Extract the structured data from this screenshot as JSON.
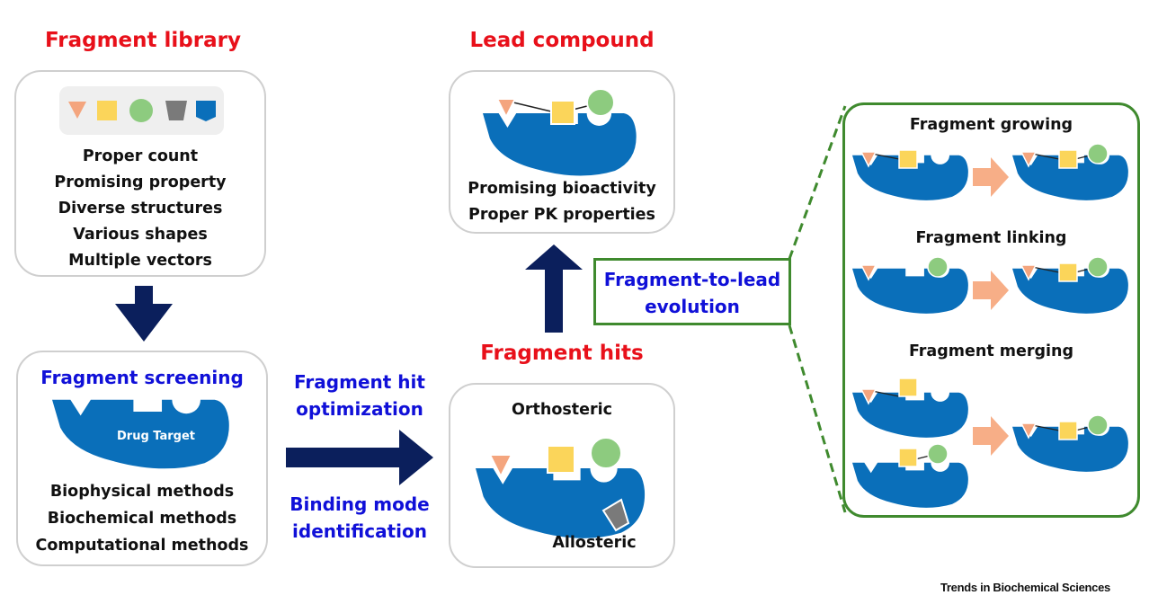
{
  "colors": {
    "title_red": "#e8101a",
    "label_blue": "#1010d8",
    "arrow_navy": "#0b1f5c",
    "target_blue": "#0a6fba",
    "evolution_green": "#3f8a2e",
    "fragment_triangle": "#f4a57e",
    "fragment_square": "#fbd55a",
    "fragment_circle": "#8dcb7f",
    "fragment_trapezoid": "#7a7a7a",
    "fragment_pentagon": "#0a6fba",
    "transform_arrow": "#f7ae87"
  },
  "fragment_library": {
    "title": "Fragment library",
    "shape_icons": [
      "triangle",
      "square",
      "circle",
      "trapezoid",
      "pentagon"
    ],
    "criteria": [
      "Proper count",
      "Promising property",
      "Diverse structures",
      "Various shapes",
      "Multiple vectors"
    ]
  },
  "fragment_screening": {
    "title": "Fragment screening",
    "target_label": "Drug Target",
    "methods": [
      "Biophysical methods",
      "Biochemical methods",
      "Computational methods"
    ]
  },
  "optimization_arrow": {
    "top_label": [
      "Fragment hit",
      "optimization"
    ],
    "bottom_label": [
      "Binding mode",
      "identification"
    ]
  },
  "fragment_hits": {
    "title": "Fragment hits",
    "orthosteric_label": "Orthosteric",
    "allosteric_label": "Allosteric"
  },
  "lead_compound": {
    "title": "Lead compound",
    "properties": [
      "Promising bioactivity",
      "Proper PK properties"
    ]
  },
  "evolution": {
    "label": [
      "Fragment-to-lead",
      "evolution"
    ],
    "strategies": [
      {
        "name": "Fragment growing"
      },
      {
        "name": "Fragment linking"
      },
      {
        "name": "Fragment merging"
      }
    ]
  },
  "source": "Trends in Biochemical Sciences"
}
